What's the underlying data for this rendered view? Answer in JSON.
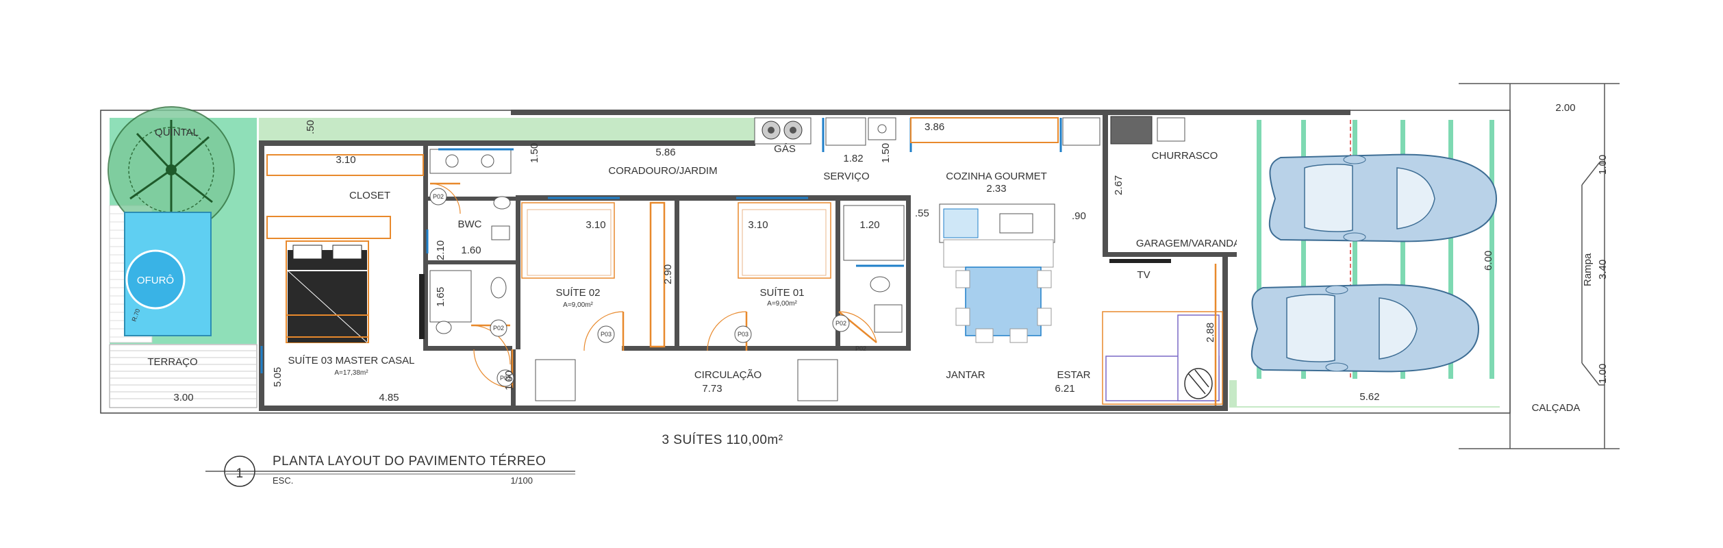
{
  "title": {
    "number": "1",
    "text": "PLANTA LAYOUT DO PAVIMENTO TÉRREO",
    "esc_label": "ESC.",
    "scale": "1/100"
  },
  "summary": "3 SUÍTES 110,00m²",
  "rooms": {
    "quintal": "QUINTAL",
    "ofuro": "OFURÔ",
    "terraco": "TERRAÇO",
    "closet": "CLOSET",
    "suite03": "SUÍTE 03 MASTER CASAL",
    "suite03_area": "A=17,38m²",
    "bwc": "BWC",
    "suite02": "SUÍTE 02",
    "suite02_area": "A=9,00m²",
    "suite01": "SUÍTE 01",
    "suite01_area": "A=9,00m²",
    "circulacao": "CIRCULAÇÃO",
    "circulacao_dim": "7.73",
    "coradouro": "CORADOURO/JARDIM",
    "gas": "GÁS",
    "servico": "SERVIÇO",
    "cozinha": "COZINHA GOURMET",
    "cozinha_dim": "2.33",
    "churrasco": "CHURRASCO",
    "garagem": "GARAGEM/VARANDA",
    "tv": "TV",
    "jantar": "JANTAR",
    "estar": "ESTAR",
    "estar_dim": "6.21",
    "calcada": "CALÇADA",
    "rampa": "Rampa",
    "rampa_dim": "3.40"
  },
  "dims": {
    "d050": ".50",
    "d310a": "3.10",
    "d150a": "1.50",
    "d586": "5.86",
    "d182": "1.82",
    "d150b": "1.50",
    "d386": "3.86",
    "d267": "2.67",
    "d090": ".90",
    "d055": ".55",
    "d310b": "3.10",
    "d310c": "3.10",
    "d120": "1.20",
    "d160": "1.60",
    "d210": "2.10",
    "d165": "1.65",
    "d290": "2.90",
    "d100a": "1.00",
    "d505": "5.05",
    "d485": "4.85",
    "d300": "3.00",
    "d288": "2.88",
    "d562": "5.62",
    "d600": "6.00",
    "d200": "2.00",
    "d100b": "1.00",
    "d100c": "1.00",
    "radius": "R.70"
  },
  "doors": {
    "p02a": "P02",
    "p02b": "P02",
    "p02c": "P02",
    "p02d": "P02",
    "p03a": "P03",
    "p03b": "P03",
    "p03c": "P03"
  },
  "colors": {
    "wall": "#505050",
    "garden": "#c6e9c6",
    "pool": "#4cc3ee",
    "door": "#e8892c",
    "window": "#1f7fc9",
    "car": "#b9d2e8"
  }
}
